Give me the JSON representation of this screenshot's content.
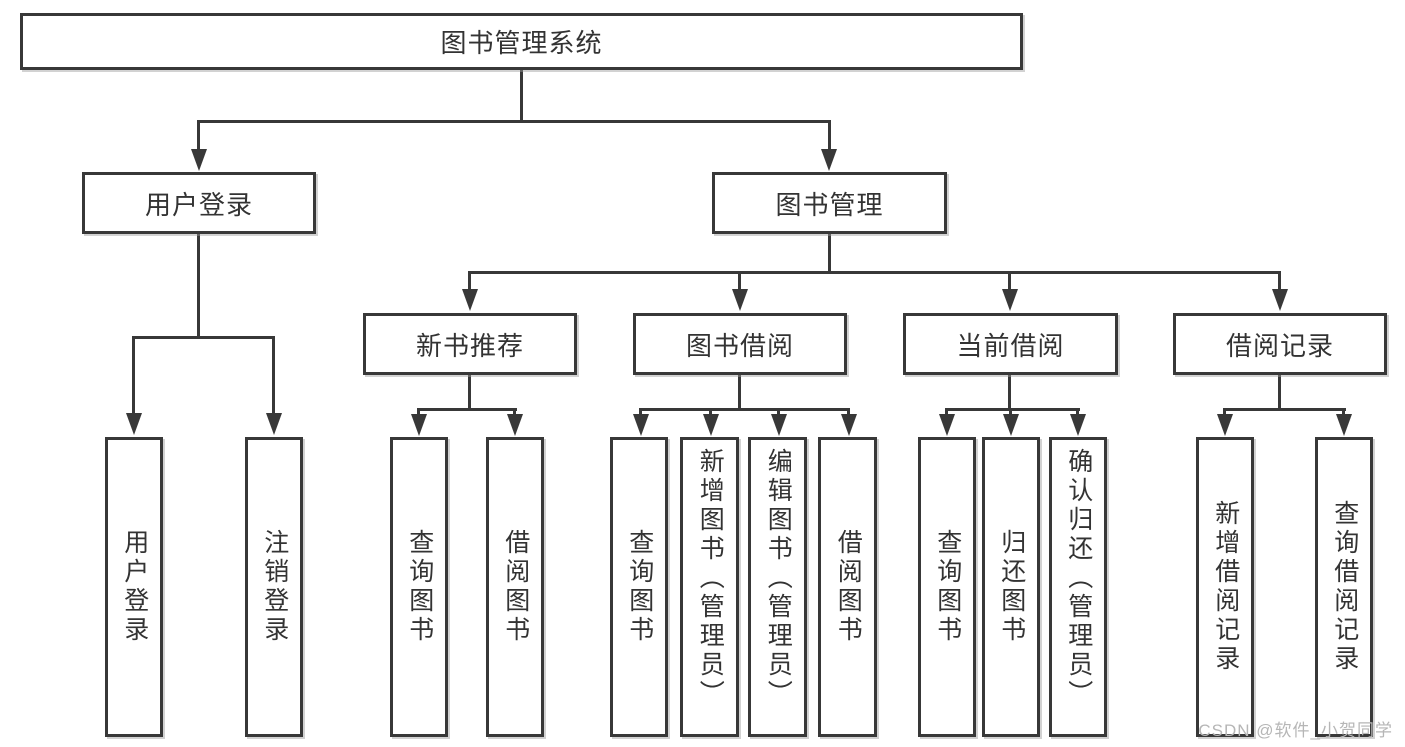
{
  "colors": {
    "line": "#383838",
    "text": "#333333",
    "box_background": "#ffffff",
    "watermark": "#b6b6b6"
  },
  "root": {
    "label": "图书管理系统"
  },
  "level1": [
    {
      "label": "用户登录"
    },
    {
      "label": "图书管理"
    }
  ],
  "level2": [
    {
      "label": "新书推荐"
    },
    {
      "label": "图书借阅"
    },
    {
      "label": "当前借阅"
    },
    {
      "label": "借阅记录"
    }
  ],
  "leaves": [
    {
      "parent": "用户登录",
      "label": "用户登录"
    },
    {
      "parent": "用户登录",
      "label": "注销登录"
    },
    {
      "parent": "新书推荐",
      "label": "查询图书"
    },
    {
      "parent": "新书推荐",
      "label": "借阅图书"
    },
    {
      "parent": "图书借阅",
      "label": "查询图书"
    },
    {
      "parent": "图书借阅",
      "label": "新增图书（管理员）"
    },
    {
      "parent": "图书借阅",
      "label": "编辑图书（管理员）"
    },
    {
      "parent": "图书借阅",
      "label": "借阅图书"
    },
    {
      "parent": "当前借阅",
      "label": "查询图书"
    },
    {
      "parent": "当前借阅",
      "label": "归还图书"
    },
    {
      "parent": "当前借阅",
      "label": "确认归还（管理员）"
    },
    {
      "parent": "借阅记录",
      "label": "新增借阅记录"
    },
    {
      "parent": "借阅记录",
      "label": "查询借阅记录"
    }
  ],
  "watermark": {
    "text": "CSDN @软件_小贺同学"
  }
}
